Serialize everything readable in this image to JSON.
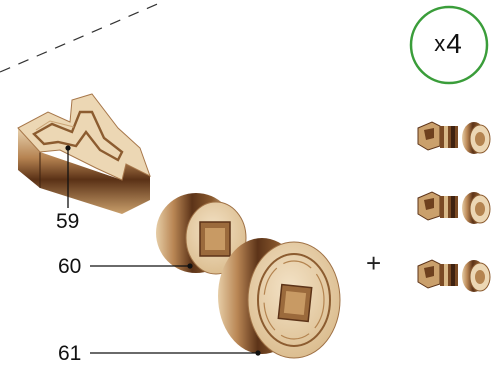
{
  "labels": {
    "part_59": "59",
    "part_60": "60",
    "part_61": "61"
  },
  "quantity": {
    "prefix": "x",
    "count": "4"
  },
  "plus": "+",
  "colors": {
    "wood_light": "#e9d3b0",
    "wood_mid": "#c79a63",
    "wood_dark": "#5c3318",
    "badge_border": "#3a9d3a",
    "leader_line": "#111111"
  },
  "icons": [
    "t-shaped-part-icon",
    "small-ring-icon",
    "large-ring-icon",
    "connector-peg-icon"
  ]
}
